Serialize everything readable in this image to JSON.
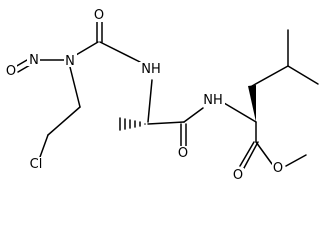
{
  "molecule": {
    "atoms": {
      "nitroso_o": "O",
      "nitroso_n": "N",
      "urea_n": "N",
      "urea_o": "O",
      "nh_1": "NH",
      "nh_2": "NH",
      "amide_o": "O",
      "ester_o_carbonyl": "O",
      "ester_o_methoxy": "O",
      "chlorine": "Cl"
    }
  }
}
